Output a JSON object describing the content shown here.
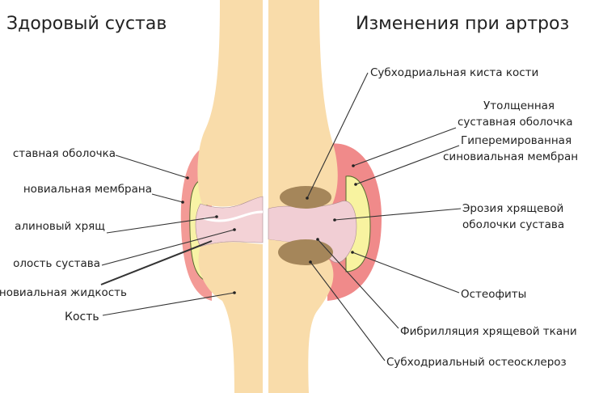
{
  "left": {
    "title": "Здоровый сустав",
    "labels": [
      "ставная оболочка",
      "новиальная мембрана",
      "алиновый хрящ",
      "олость сустава",
      "новиальная жидкость",
      "Кость"
    ]
  },
  "right": {
    "title": "Изменения при артроз",
    "labels": [
      "Субходриальная киста кости",
      "Утолщенная",
      "суставная  оболочка",
      "Гиперемированная",
      "синовиальная мембран",
      "Эрозия хрящевой",
      "оболочки сустава",
      "Остеофиты",
      "Фибрилляция хрящевой ткани",
      "Субходриальный остеосклероз"
    ]
  },
  "colors": {
    "bone": "#f9dcaa",
    "capsule": "#f08a8a",
    "synovial": "#f8f3a0",
    "cartilage": "#f3d2d6",
    "cyst": "#a5865a"
  }
}
